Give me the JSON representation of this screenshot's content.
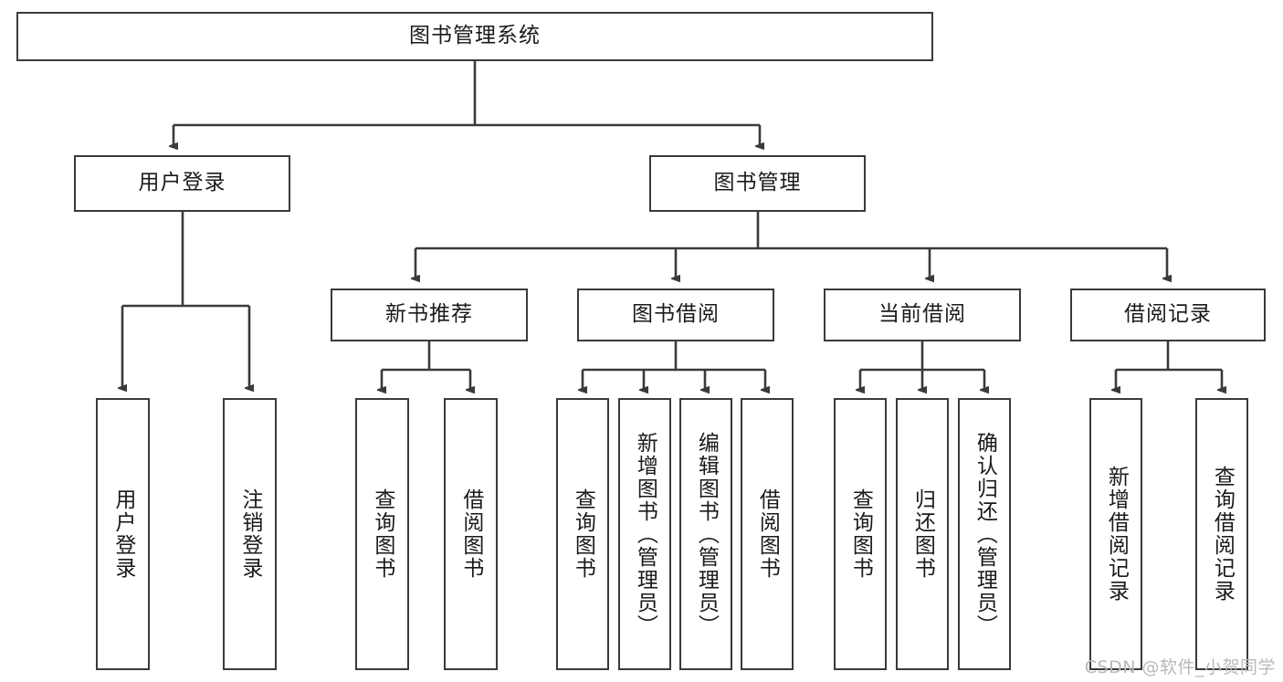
{
  "diagram": {
    "title": "图书管理系统",
    "type": "tree-hierarchy",
    "watermark": "CSDN @软件_小贺同学",
    "colors": {
      "box_border": "#3a3a3a",
      "box_fill": "#ffffff",
      "connector": "#3a3a3a",
      "text": "#1a1a1a",
      "watermark": "#b9b9b9",
      "background": "#ffffff"
    },
    "nodes": {
      "root": {
        "label": "图书管理系统"
      },
      "level2": [
        {
          "id": "user-login",
          "label": "用户登录"
        },
        {
          "id": "book-manage",
          "label": "图书管理"
        }
      ],
      "level3": [
        {
          "id": "new-book-recommend",
          "label": "新书推荐"
        },
        {
          "id": "book-borrow",
          "label": "图书借阅"
        },
        {
          "id": "current-borrow",
          "label": "当前借阅"
        },
        {
          "id": "borrow-record",
          "label": "借阅记录"
        }
      ],
      "leaves": {
        "user_login": [
          {
            "id": "leaf-user-login",
            "label": "用户登录"
          },
          {
            "id": "leaf-logout-login",
            "label": "注销登录"
          }
        ],
        "new_book_recommend": [
          {
            "id": "leaf-query-book-1",
            "label": "查询图书"
          },
          {
            "id": "leaf-borrow-book-1",
            "label": "借阅图书"
          }
        ],
        "book_borrow": [
          {
            "id": "leaf-query-book-2",
            "label": "查询图书"
          },
          {
            "id": "leaf-add-book",
            "label": "新增图书（管理员）"
          },
          {
            "id": "leaf-edit-book",
            "label": "编辑图书（管理员）"
          },
          {
            "id": "leaf-borrow-book-2",
            "label": "借阅图书"
          }
        ],
        "current_borrow": [
          {
            "id": "leaf-query-book-3",
            "label": "查询图书"
          },
          {
            "id": "leaf-return-book",
            "label": "归还图书"
          },
          {
            "id": "leaf-confirm-return",
            "label": "确认归还（管理员）"
          }
        ],
        "borrow_record": [
          {
            "id": "leaf-add-borrow-record",
            "label": "新增借阅记录"
          },
          {
            "id": "leaf-query-borrow-record",
            "label": "查询借阅记录"
          }
        ]
      }
    }
  }
}
